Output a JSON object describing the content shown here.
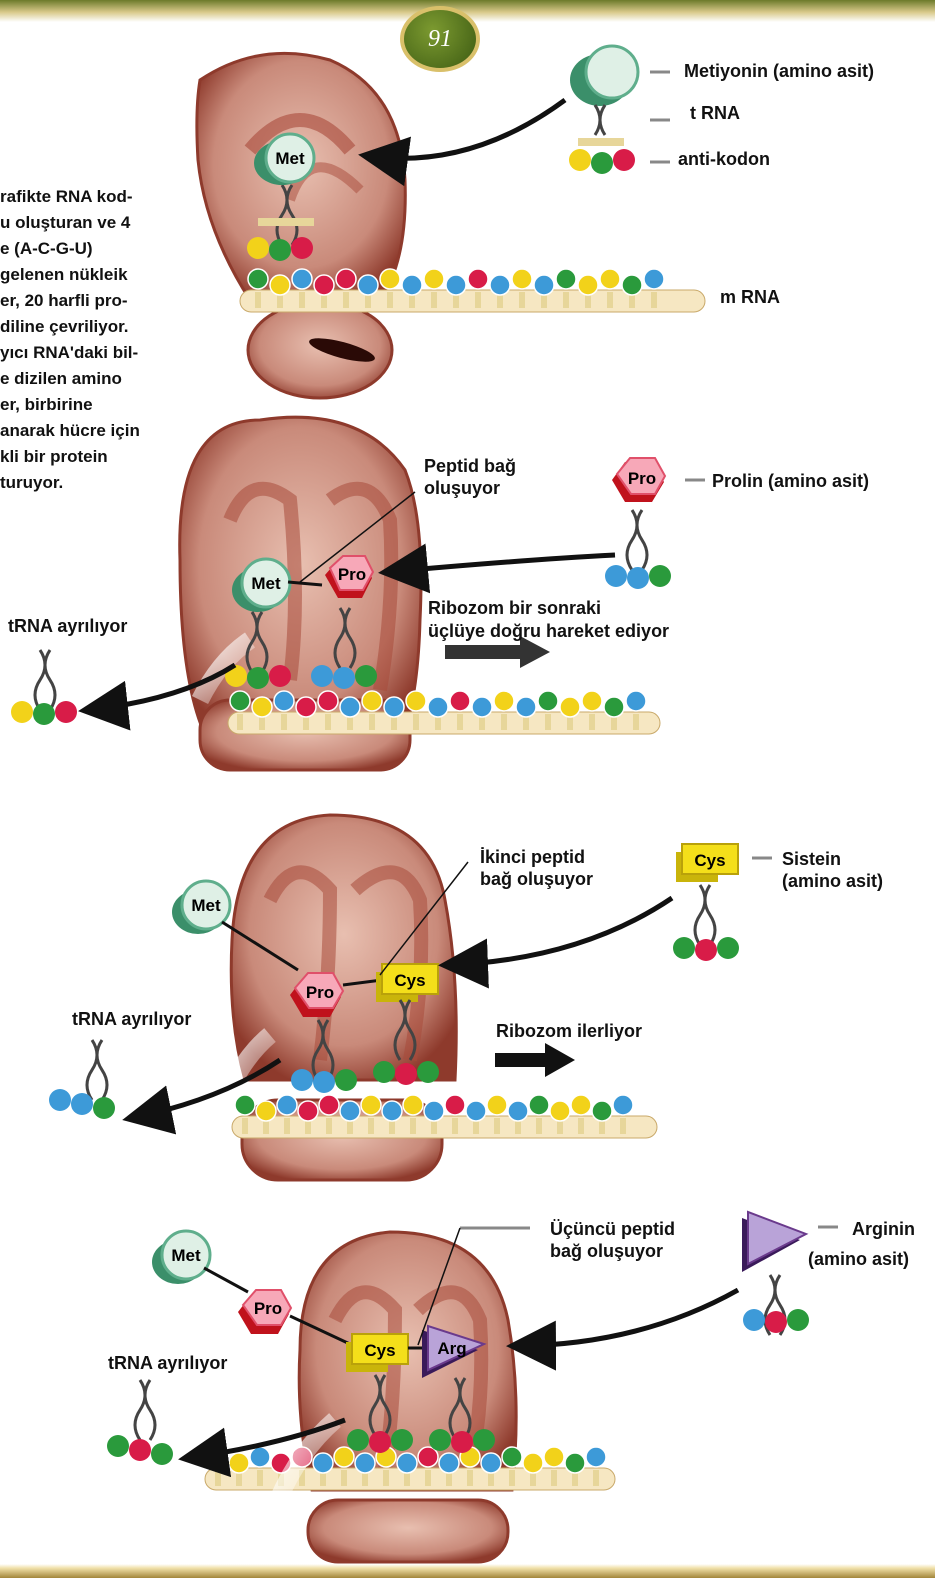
{
  "page": {
    "number": "91"
  },
  "intro_lines": [
    "rafikte RNA kod-",
    "u oluşturan ve 4",
    "e (A-C-G-U)",
    "gelenen nükleik",
    "er, 20 harfli pro-",
    "diline çevriliyor.",
    "yıcı RNA'daki bil-",
    "e dizilen amino",
    "er, birbirine",
    "anarak hücre için",
    "kli bir protein",
    "turuyor."
  ],
  "panel1": {
    "met": "Met",
    "metiyonin": "Metiyonin (amino asit)",
    "trna": "t RNA",
    "anticodon": "anti-kodon",
    "mrna": "m RNA"
  },
  "panel2": {
    "met": "Met",
    "pro": "Pro",
    "peptide_line1": "Peptid bağ",
    "peptide_line2": "oluşuyor",
    "prolin": "Prolin (amino asit)",
    "move_line1": "Ribozom bir sonraki",
    "move_line2": "üçlüye doğru hareket ediyor",
    "leaving": "tRNA ayrılıyor"
  },
  "panel3": {
    "met": "Met",
    "pro": "Pro",
    "cys": "Cys",
    "peptide_line1": "İkinci peptid",
    "peptide_line2": "bağ oluşuyor",
    "sistein_line1": "Sistein",
    "sistein_line2": "(amino asit)",
    "advance": "Ribozom ilerliyor",
    "leaving": "tRNA ayrılıyor"
  },
  "panel4": {
    "met": "Met",
    "pro": "Pro",
    "cys": "Cys",
    "arg": "Arg",
    "peptide_line1": "Üçüncü peptid",
    "peptide_line2": "bağ oluşuyor",
    "arginin_line1": "Arginin",
    "arginin_line2": "(amino asit)",
    "leaving": "tRNA ayrılıyor"
  },
  "colors": {
    "ribosome": "#c98a7a",
    "ribosome_dark": "#8e3a2c",
    "met": "#5fae8c",
    "pro": "#e0506a",
    "cys": "#f4df1a",
    "arg": "#6a3a8c",
    "base_A": "#2a9a3c",
    "base_U": "#f2d21a",
    "base_G": "#3d9ad8",
    "base_C": "#d81c48",
    "mrna": "#f6e7c2"
  }
}
